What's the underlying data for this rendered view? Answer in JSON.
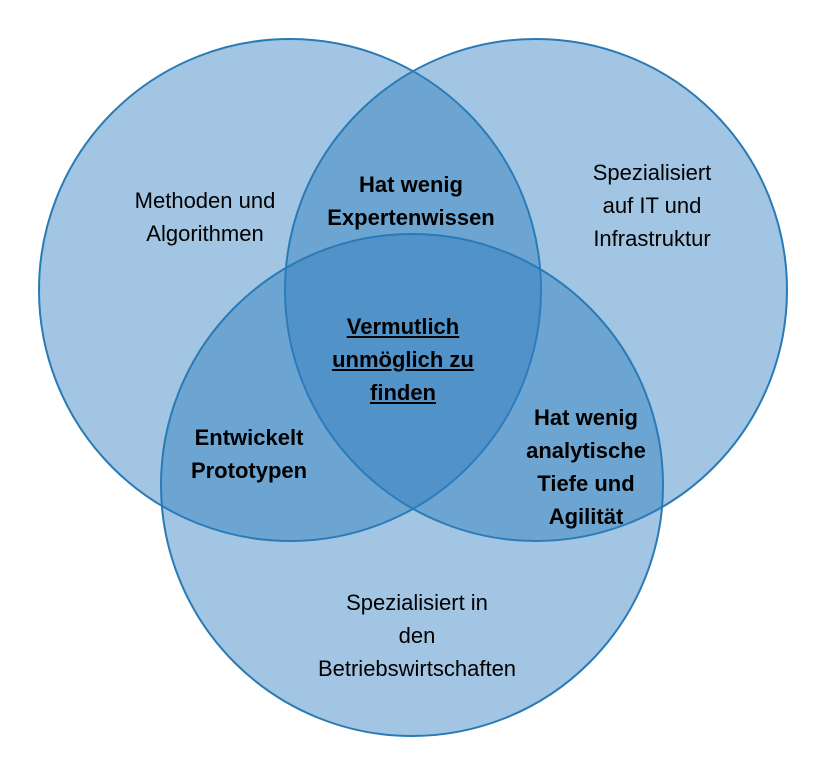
{
  "regions": {
    "methods": [
      "Methoden und",
      "Algorithmen"
    ],
    "it": [
      "Spezialisiert",
      "auf IT und",
      "Infrastruktur"
    ],
    "business": [
      "Spezialisiert in",
      "den",
      "Betriebswirtschaften"
    ],
    "methods_it": [
      "Hat wenig",
      "Expertenwissen"
    ],
    "methods_business": [
      "Entwickelt",
      "Prototypen"
    ],
    "it_business": [
      "Hat wenig",
      "analytische",
      "Tiefe und",
      "Agilität"
    ],
    "center": [
      "Vermutlich",
      "unmöglich zu",
      "finden"
    ]
  },
  "colors": {
    "fill": "#2e7fbf",
    "stroke": "#2a7ab6",
    "text": "#000000"
  }
}
